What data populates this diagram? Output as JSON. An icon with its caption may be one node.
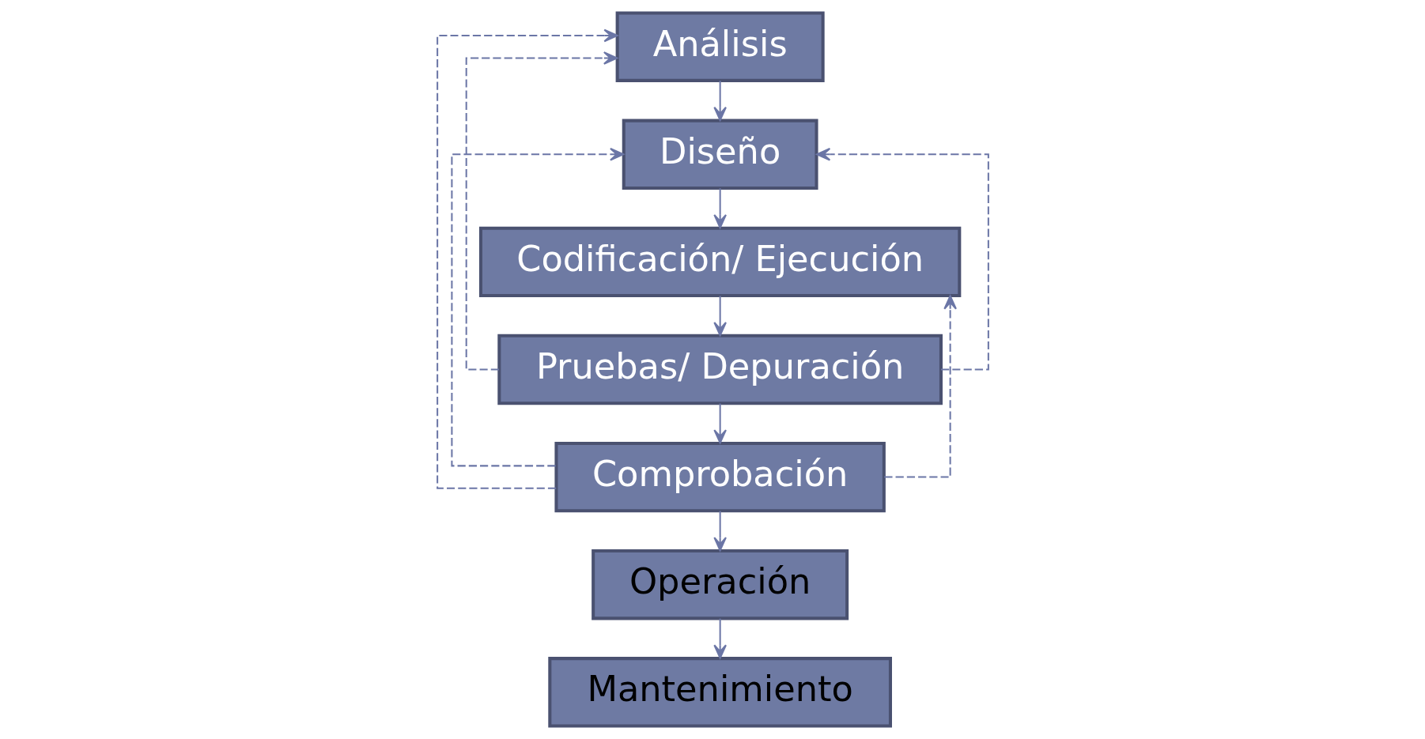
{
  "diagram": {
    "nodes": [
      {
        "text": [
          "Análisis"
        ]
      },
      {
        "text": [
          "Diseño"
        ]
      },
      {
        "text": [
          "Codificación/ Ejecución"
        ]
      },
      {
        "text": [
          "Pruebas/ Depuración"
        ]
      },
      {
        "text": [
          "Comprobación"
        ]
      },
      {
        "text": [
          "Operación"
        ]
      },
      {
        "text": [
          "Mantenimiento"
        ]
      }
    ],
    "edges": [
      {
        "from": 0,
        "to": 1,
        "arrow": "to"
      },
      {
        "from": 1,
        "to": 2,
        "arrow": "to"
      },
      {
        "from": 2,
        "to": 3,
        "arrow": "to"
      },
      {
        "from": 3,
        "to": 4,
        "arrow": "to"
      },
      {
        "from": 4,
        "to": 5,
        "arrow": "to"
      },
      {
        "from": 5,
        "to": 6,
        "arrow": "to"
      },
      {
        "from": 3,
        "to": 0,
        "arrow": "to",
        "style": "dashed"
      },
      {
        "from": 3,
        "to": 1,
        "arrow": "to",
        "style": "dashed"
      },
      {
        "from": 4,
        "to": 0,
        "arrow": "to",
        "style": "dashed"
      },
      {
        "from": 4,
        "to": 1,
        "arrow": "to",
        "style": "dashed"
      },
      {
        "from": 4,
        "to": 2,
        "arrow": "to",
        "style": "dashed"
      }
    ]
  }
}
